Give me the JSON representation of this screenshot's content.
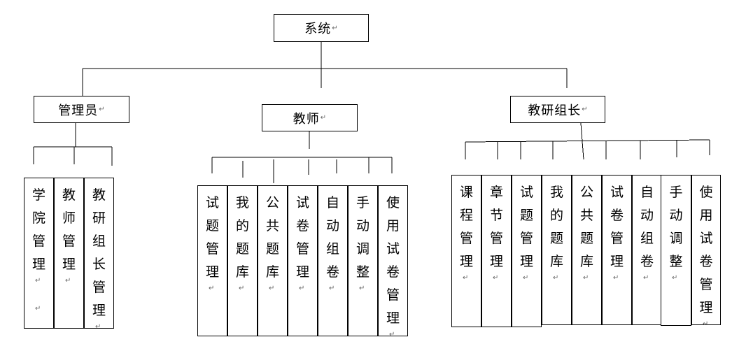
{
  "root": {
    "label": "系统",
    "mark": "↵"
  },
  "groups": [
    {
      "label": "管理员",
      "mark": "↵",
      "children": [
        {
          "label": "学院管理",
          "mark": "↵",
          "extra_mark": "↵"
        },
        {
          "label": "教师管理",
          "mark": "↵"
        },
        {
          "label": "教研组长管理",
          "mark": "↵"
        }
      ]
    },
    {
      "label": "教师",
      "mark": "↵",
      "children": [
        {
          "label": "试题管理",
          "mark": "↵"
        },
        {
          "label": "我的题库",
          "mark": "↵"
        },
        {
          "label": "公共题库",
          "mark": "↵"
        },
        {
          "label": "试卷管理",
          "mark": "↵"
        },
        {
          "label": "自动组卷",
          "mark": "↵"
        },
        {
          "label": "手动调整",
          "mark": "↵"
        },
        {
          "label": "使用试卷管理",
          "mark": "↵"
        }
      ]
    },
    {
      "label": "教研组长",
      "mark": "↵",
      "children": [
        {
          "label": "课程管理",
          "mark": "↵"
        },
        {
          "label": "章节管理",
          "mark": "↵"
        },
        {
          "label": "试题管理",
          "mark": "↵"
        },
        {
          "label": "我的题库",
          "mark": "↵"
        },
        {
          "label": "公共题库",
          "mark": "↵"
        },
        {
          "label": "试卷管理",
          "mark": "↵"
        },
        {
          "label": "自动组卷",
          "mark": "↵"
        },
        {
          "label": "手动调整",
          "mark": "↵"
        },
        {
          "label": "使用试卷管理",
          "mark": "↵"
        }
      ]
    }
  ]
}
